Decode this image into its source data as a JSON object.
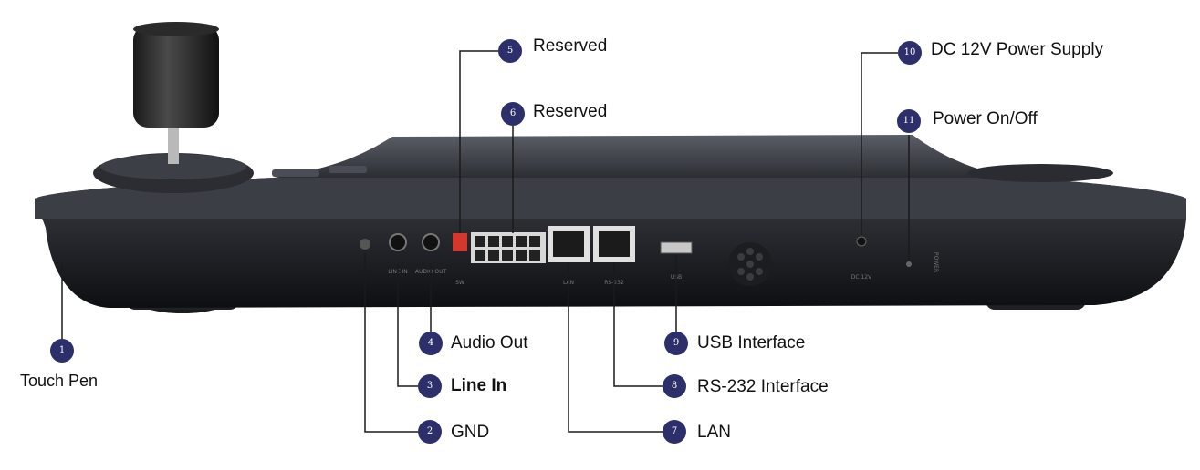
{
  "device": {
    "port_labels": {
      "line_in": "LINE IN",
      "audio_out": "AUDIO OUT",
      "sw": "SW",
      "lan": "LAN",
      "rs232": "RS-232",
      "usb": "USB",
      "dc12v": "DC 12V",
      "power": "POWER"
    }
  },
  "callouts": [
    {
      "num": "1",
      "label": "Touch Pen"
    },
    {
      "num": "2",
      "label": "GND"
    },
    {
      "num": "3",
      "label": "Line In"
    },
    {
      "num": "4",
      "label": "Audio Out"
    },
    {
      "num": "5",
      "label": "Reserved"
    },
    {
      "num": "6",
      "label": "Reserved"
    },
    {
      "num": "7",
      "label": "LAN"
    },
    {
      "num": "8",
      "label": "RS-232 Interface"
    },
    {
      "num": "9",
      "label": "USB Interface"
    },
    {
      "num": "10",
      "label": "DC 12V Power Supply"
    },
    {
      "num": "11",
      "label": "Power On/Off"
    }
  ]
}
